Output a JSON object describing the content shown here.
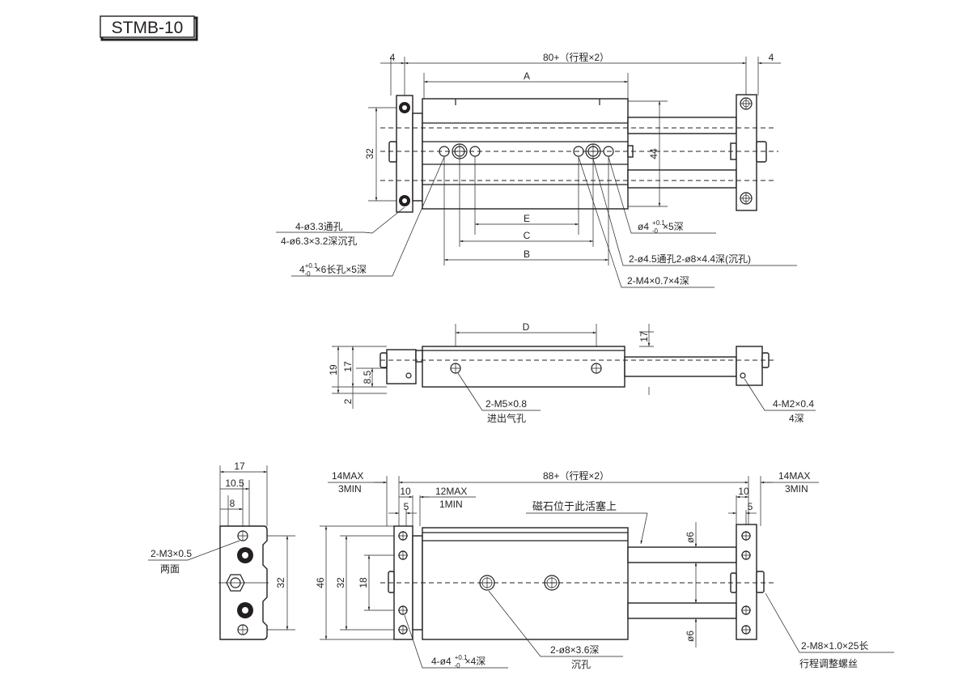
{
  "title": "STMB-10",
  "top_view": {
    "overall": "80+（行程×2）",
    "left_off": "4",
    "right_off": "4",
    "dim_a": "A",
    "dim_b": "B",
    "dim_c": "C",
    "dim_e": "E",
    "dim_32": "32",
    "dim_44": "44",
    "note_hole1": "4-ø3.3通孔",
    "note_hole2": "4-ø6.3×3.2深沉孔",
    "note_slot_a": "4",
    "note_slot_sup": "+0.1",
    "note_slot_sub": "-0",
    "note_slot_b": "×6长孔×5深",
    "note_pin_a": "ø4",
    "note_pin_sup": "+0.1",
    "note_pin_sub": "-0",
    "note_pin_b": "×5深",
    "note_through": "2-ø4.5通孔2-ø8×4.4深(沉孔)",
    "note_thread": "2-M4×0.7×4深"
  },
  "side_view": {
    "dim_d": "D",
    "dim_17_top": "17",
    "dim_19": "19",
    "dim_17": "17",
    "dim_8_5": "8.5",
    "dim_2": "2",
    "note_port1": "2-M5×0.8",
    "note_port2": "进出气孔",
    "note_m2_1": "4-M2×0.4",
    "note_m2_2": "4深"
  },
  "end_view": {
    "dim_17": "17",
    "dim_10_5": "10.5",
    "dim_8": "8",
    "dim_32": "32",
    "note_m3_1": "2-M3×0.5",
    "note_m3_2": "两面"
  },
  "bottom_view": {
    "overall": "88+（行程×2）",
    "left_max": "14MAX",
    "left_min": "3MIN",
    "right_max": "14MAX",
    "right_min": "3MIN",
    "dim_10_l": "10",
    "dim_5_l": "5",
    "dim_10_r": "10",
    "dim_5_r": "5",
    "mid_max": "12MAX",
    "mid_min": "1MIN",
    "magnet_note": "磁石位于此活塞上",
    "dim_46": "46",
    "dim_32": "32",
    "dim_18": "18",
    "dim_phi6_top": "ø6",
    "dim_phi6_bot": "ø6",
    "note_pin_a": "4-ø4",
    "note_pin_sup": "+0.1",
    "note_pin_sub": "-0",
    "note_pin_b": "×4深",
    "note_cb1": "2-ø8×3.6深",
    "note_cb2": "沉孔",
    "note_screw1": "2-M8×1.0×25长",
    "note_screw2": "行程调整螺丝"
  }
}
